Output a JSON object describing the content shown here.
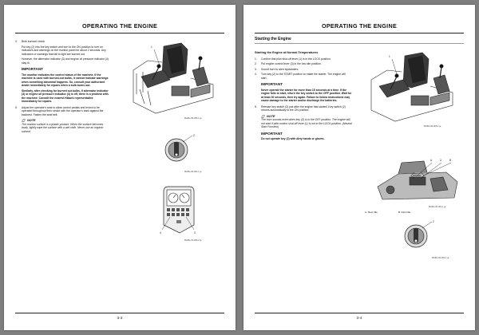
{
  "left_page": {
    "title": "OPERATING THE ENGINE",
    "page_number": "3-3",
    "step4": {
      "num": "4.",
      "title": "Bulb burnout check",
      "body": "Put key (2) into the key switch and turn to the ON position to turn on indicators and warnings on the monitor panel for about 2 seconds. Any indicators or warnings that fail to light are burned out.",
      "body2": "However, the alternator indicator (3) and engine oil pressure indicator (4) stay lit."
    },
    "important1": {
      "heading": "IMPORTANT",
      "para1": "The monitor indicates the control status of the machine. If the machine is used with burned-out bulbs, it cannot indicate warnings when something abnormal happens. So, consult your authorized dealer immediately for repairs when a bulb burns out.",
      "para2": "Similarly, after checking for burned out bulbs, if alternator indicator (3) or engine oil pressure indicator (4) is off, there is a problem with the machine. Consult the nearest Hitachi representative immediately for repairs."
    },
    "step5": {
      "num": "5.",
      "body": "Adjust the operator's seat to allow control pedals and levers to be operated throughout their stroke with the operator's back against the backrest. Fasten the seat belt."
    },
    "note": {
      "heading": "NOTE",
      "body": "The monitor surface is a plastic product. When the surface becomes dusty, lightly wipe the surface with a wet cloth. Never use an organic solvent."
    },
    "captions": {
      "fig1": "MA8G-05-006-1 ja",
      "fig2": "MA8G-00-001-1 ja",
      "fig3": "MA8G-01-006-2 ja"
    },
    "labels": {
      "fig1_1": "1",
      "fig2_2": "2",
      "fig3_3": "3",
      "fig3_4": "4"
    }
  },
  "right_page": {
    "title": "OPERATING THE ENGINE",
    "page_number": "3-4",
    "section": "Starting the Engine",
    "subhead": "Starting the Engine at Normal Temperatures",
    "steps": [
      {
        "num": "1.",
        "text": "Confirm that pilot shut-off lever (1) is in the LOCK position."
      },
      {
        "num": "2.",
        "text": "Put engine control lever (3) in the low idle position."
      },
      {
        "num": "3.",
        "text": "Sound horn to alert bystanders."
      },
      {
        "num": "4.",
        "text": "Turn key (2) to the START position to rotate the starter. The engine will start."
      }
    ],
    "important1": {
      "heading": "IMPORTANT",
      "body": "Never operate the starter for more than 15 seconds at a time. If the engine fails to start, return the key switch to the OFF position. Wait for at least 30 seconds, then try again. Failure to follow instructions may cause damage to the starter and/or discharge the batteries."
    },
    "step5": {
      "num": "5.",
      "text": "Release key switch (2) just after the engine has started. Key switch (2) returns automatically to the ON position."
    },
    "note": {
      "heading": "NOTE",
      "body": "The horn sounds even when key (2) is in the OFF position. The engine will not start if pilot control shut-off lever (1) is not in the LOCK position. (Neutral Start Function)"
    },
    "important2": {
      "heading": "IMPORTANT",
      "body": "Do not operate key (2) with dirty hands or gloves."
    },
    "captions": {
      "fig1": "MA8G-05-006-1 ja",
      "fig2": "MA8G-00-001-1 ja",
      "fig3": "MA8G-00-001-1 ja"
    },
    "labels": {
      "fig1_1": "1",
      "fig2_a": "A",
      "fig2_b": "B",
      "fig2_3": "3",
      "fig2_slow": "A.    Slow Idle",
      "fig2_fast": "B.    Fast Idle",
      "fig3_2": "2"
    }
  }
}
